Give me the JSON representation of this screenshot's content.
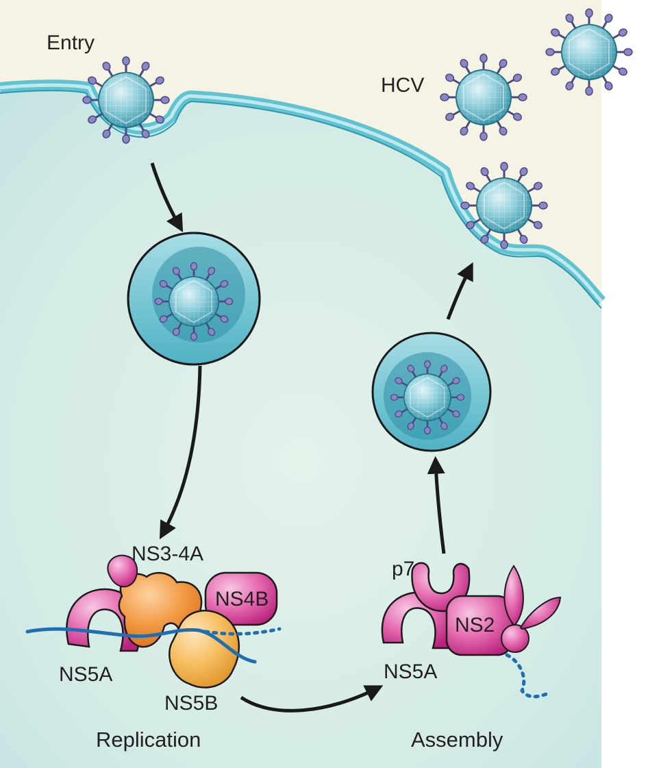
{
  "labels": {
    "entry": "Entry",
    "hcv": "HCV",
    "ns3_4a": "NS3-4A",
    "ns4b": "NS4B",
    "ns5a_replication": "NS5A",
    "ns5b": "NS5B",
    "replication": "Replication",
    "p7": "p7",
    "ns2": "NS2",
    "ns5a_assembly": "NS5A",
    "assembly": "Assembly"
  },
  "colors": {
    "outside_background": "#f6f3e4",
    "cytoplasm": "#cfe9e6",
    "membrane": "#5fc3d1",
    "virion_core": "#4fb3c6",
    "spike": "#6c6aa8",
    "ns5a_pink": "#d9489a",
    "ns3_orange": "#f08a2c",
    "ns5b_yellow": "#f5b14a",
    "rna_blue": "#1f6fb0",
    "arrow": "#1a1a1a"
  }
}
